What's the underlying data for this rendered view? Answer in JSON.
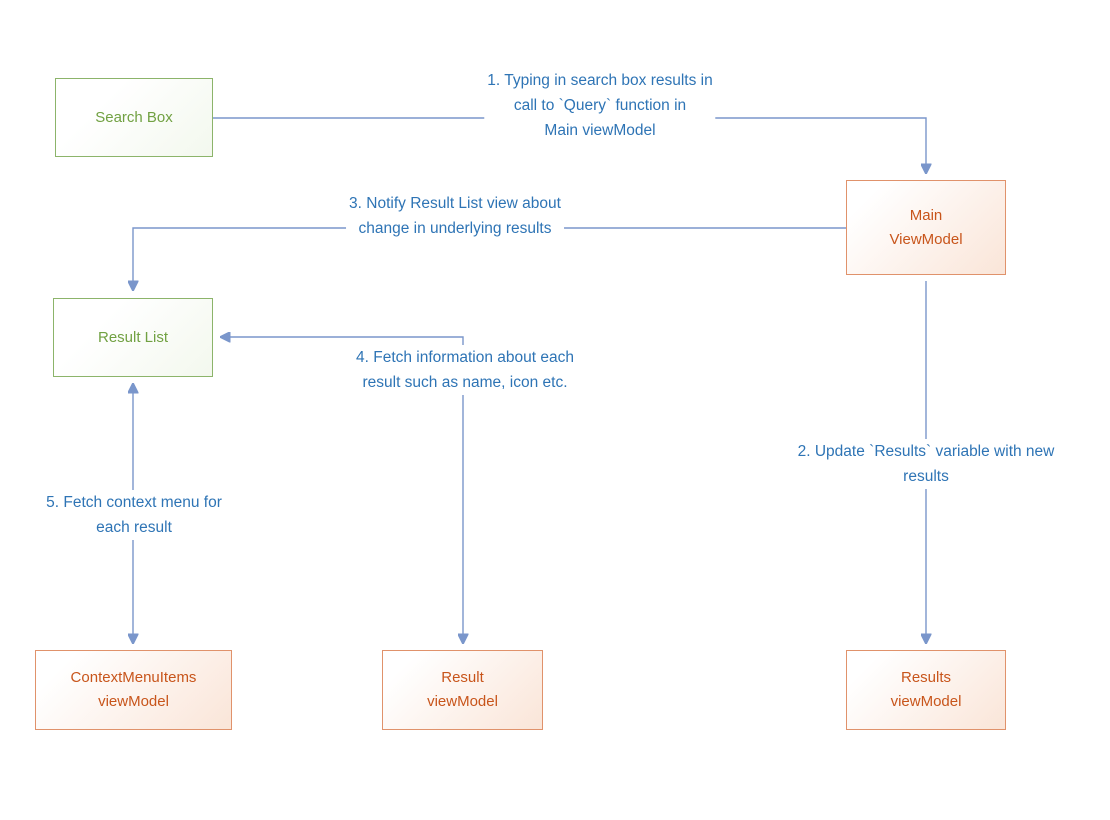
{
  "title": "Search MVVM data-flow diagram",
  "colors": {
    "green_border": "#8CB46A",
    "green_text": "#71A142",
    "green_fill_end": "#F3F8EE",
    "orange_border": "#E0926B",
    "orange_text": "#C8551B",
    "orange_fill_end": "#FAE5D8",
    "blue_line": "#7A96CB",
    "blue_text": "#2E74B5",
    "background": "#FFFFFF"
  },
  "nodes": {
    "search_box": {
      "lines": [
        "Search Box"
      ]
    },
    "main_viewmodel": {
      "lines": [
        "Main",
        "ViewModel"
      ]
    },
    "result_list": {
      "lines": [
        "Result List"
      ]
    },
    "contextmenuitems_viewmodel": {
      "lines": [
        "ContextMenuItems",
        "viewModel"
      ]
    },
    "result_viewmodel": {
      "lines": [
        "Result",
        "viewModel"
      ]
    },
    "results_viewmodel": {
      "lines": [
        "Results",
        "viewModel"
      ]
    }
  },
  "edges": {
    "typing_query": {
      "from": "search_box",
      "to": "main_viewmodel",
      "lines": [
        "1. Typing in search box results in",
        "call to `Query` function in",
        "Main viewModel"
      ]
    },
    "update_results": {
      "from": "main_viewmodel",
      "to": "results_viewmodel",
      "lines": [
        "2. Update `Results` variable with new",
        "results"
      ]
    },
    "notify_result_list": {
      "from": "main_viewmodel",
      "to": "result_list",
      "lines": [
        "3. Notify Result List view about",
        "change in underlying results"
      ]
    },
    "fetch_info": {
      "from": "result_viewmodel",
      "to": "result_list",
      "lines": [
        "4. Fetch information about each",
        "result such as name, icon etc."
      ]
    },
    "fetch_context_menu": {
      "from": "result_list",
      "to": "contextmenuitems_viewmodel",
      "lines": [
        "5. Fetch context menu for",
        "each result"
      ]
    }
  }
}
